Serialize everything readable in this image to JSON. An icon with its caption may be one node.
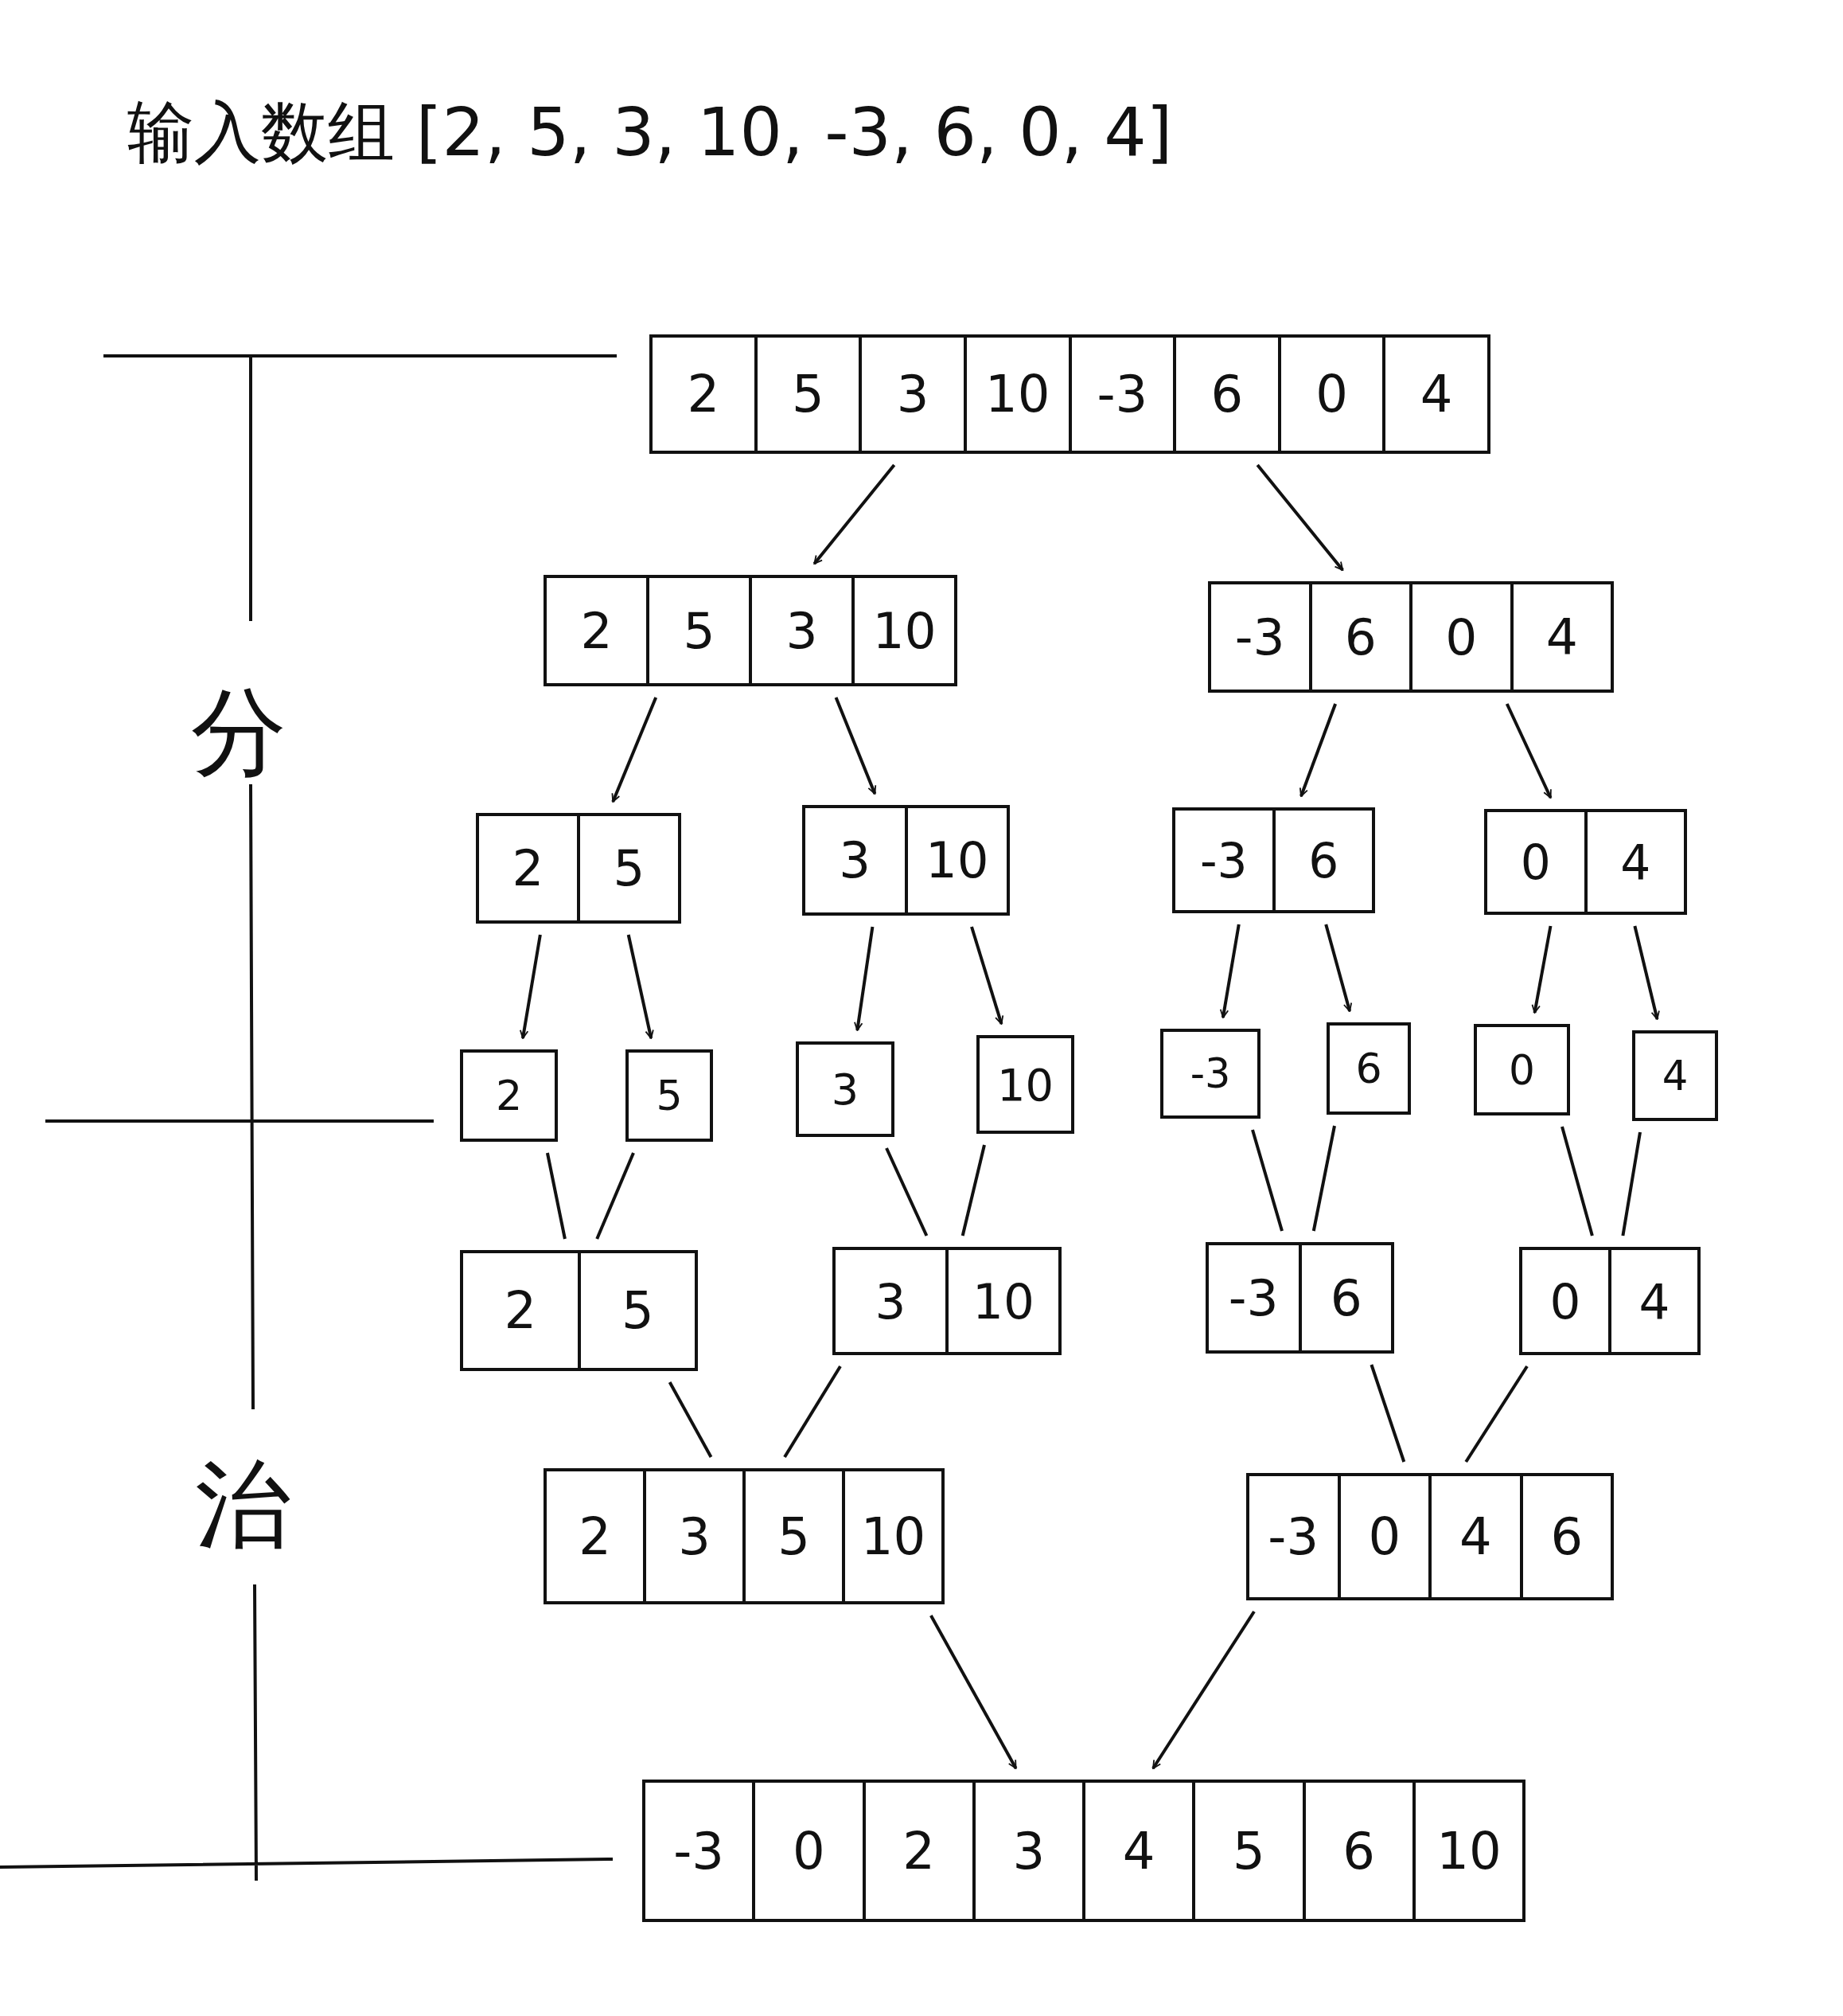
{
  "diagram": {
    "title": "输入数组 [2, 5, 3, 10, -3, 6, 0, 4]",
    "nodes": [
      {
        "text": [
          "2",
          "5",
          "3",
          "10",
          "-3",
          "6",
          "0",
          "4"
        ]
      },
      {
        "text": [
          "2",
          "5",
          "3",
          "10"
        ]
      },
      {
        "text": [
          "-3",
          "6",
          "0",
          "4"
        ]
      },
      {
        "text": [
          "2",
          "5"
        ]
      },
      {
        "text": [
          "3",
          "10"
        ]
      },
      {
        "text": [
          "-3",
          "6"
        ]
      },
      {
        "text": [
          "0",
          "4"
        ]
      },
      {
        "text": [
          "2"
        ]
      },
      {
        "text": [
          "5"
        ]
      },
      {
        "text": [
          "3"
        ]
      },
      {
        "text": [
          "10"
        ]
      },
      {
        "text": [
          "-3"
        ]
      },
      {
        "text": [
          "6"
        ]
      },
      {
        "text": [
          "0"
        ]
      },
      {
        "text": [
          "4"
        ]
      },
      {
        "text": [
          "2",
          "5"
        ]
      },
      {
        "text": [
          "3",
          "10"
        ]
      },
      {
        "text": [
          "-3",
          "6"
        ]
      },
      {
        "text": [
          "0",
          "4"
        ]
      },
      {
        "text": [
          "2",
          "3",
          "5",
          "10"
        ]
      },
      {
        "text": [
          "-3",
          "0",
          "4",
          "6"
        ]
      },
      {
        "text": [
          "-3",
          "0",
          "2",
          "3",
          "4",
          "5",
          "6",
          "10"
        ]
      }
    ],
    "edges": [
      {
        "from": 0,
        "to": 1,
        "arrow": "to"
      },
      {
        "from": 0,
        "to": 2,
        "arrow": "to"
      },
      {
        "from": 1,
        "to": 3,
        "arrow": "to"
      },
      {
        "from": 1,
        "to": 4,
        "arrow": "to"
      },
      {
        "from": 2,
        "to": 5,
        "arrow": "to"
      },
      {
        "from": 2,
        "to": 6,
        "arrow": "to"
      },
      {
        "from": 3,
        "to": 7,
        "arrow": "to"
      },
      {
        "from": 3,
        "to": 8,
        "arrow": "to"
      },
      {
        "from": 4,
        "to": 9,
        "arrow": "to"
      },
      {
        "from": 4,
        "to": 10,
        "arrow": "to"
      },
      {
        "from": 5,
        "to": 11,
        "arrow": "to"
      },
      {
        "from": 5,
        "to": 12,
        "arrow": "to"
      },
      {
        "from": 6,
        "to": 13,
        "arrow": "to"
      },
      {
        "from": 6,
        "to": 14,
        "arrow": "to"
      },
      {
        "from": 7,
        "to": 15,
        "arrow": "none"
      },
      {
        "from": 8,
        "to": 15,
        "arrow": "none"
      },
      {
        "from": 9,
        "to": 16,
        "arrow": "none"
      },
      {
        "from": 10,
        "to": 16,
        "arrow": "none"
      },
      {
        "from": 11,
        "to": 17,
        "arrow": "none"
      },
      {
        "from": 12,
        "to": 17,
        "arrow": "none"
      },
      {
        "from": 13,
        "to": 18,
        "arrow": "none"
      },
      {
        "from": 14,
        "to": 18,
        "arrow": "none"
      },
      {
        "from": 15,
        "to": 19,
        "arrow": "none"
      },
      {
        "from": 16,
        "to": 19,
        "arrow": "none"
      },
      {
        "from": 17,
        "to": 20,
        "arrow": "none"
      },
      {
        "from": 18,
        "to": 20,
        "arrow": "none"
      },
      {
        "from": 19,
        "to": 21,
        "arrow": "to"
      },
      {
        "from": 20,
        "to": 21,
        "arrow": "to"
      }
    ],
    "labels": [
      "分",
      "治"
    ]
  }
}
